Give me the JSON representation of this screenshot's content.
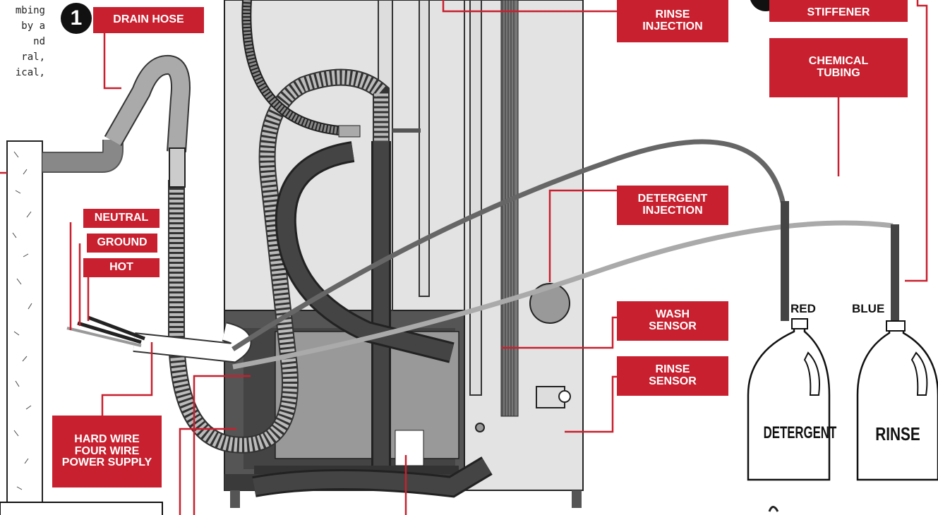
{
  "intro_lines": [
    "mbing",
    "by a",
    "nd",
    "ral,",
    "ical,"
  ],
  "step_number": "1",
  "labels": {
    "drain_hose": "DRAIN HOSE",
    "rinse_injection": [
      "RINSE",
      "INJECTION"
    ],
    "stiffener": "STIFFENER",
    "chemical_tubing": [
      "CHEMICAL",
      "TUBING"
    ],
    "detergent_injection": [
      "DETERGENT",
      "INJECTION"
    ],
    "neutral": "NEUTRAL",
    "ground": "GROUND",
    "hot": "HOT",
    "wash_sensor": [
      "WASH",
      "SENSOR"
    ],
    "rinse_sensor": [
      "RINSE",
      "SENSOR"
    ],
    "hard_wire": [
      "HARD WIRE",
      "FOUR WIRE",
      "POWER SUPPLY"
    ]
  },
  "tubing_colors": {
    "red": "RED",
    "blue": "BLUE"
  },
  "containers": {
    "detergent": "DETERGENT",
    "rinse": "RINSE"
  },
  "colors": {
    "accent": "#c8202f",
    "panel": "#e6e6e6",
    "dark": "#333333"
  }
}
